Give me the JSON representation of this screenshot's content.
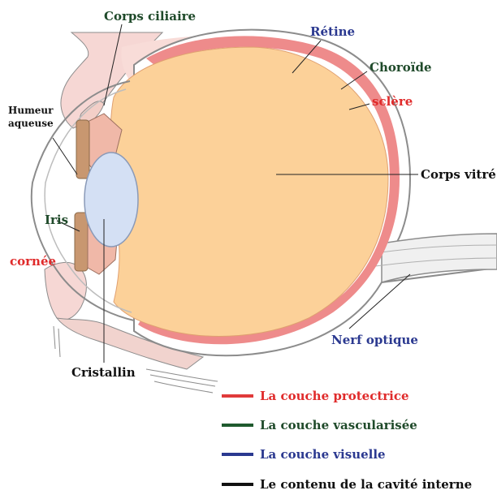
{
  "diagram": {
    "labels": {
      "corps_ciliaire": "Corps ciliaire",
      "retine": "Rétine",
      "choroide": "Choroïde",
      "sclere": "sclère",
      "humeur_line1": "Humeur",
      "humeur_line2": "aqueuse",
      "corps_vitre": "Corps vitré",
      "iris": "Iris",
      "cornee": "cornée",
      "nerf_optique": "Nerf optique",
      "cristallin": "Cristallin"
    },
    "label_colors": {
      "dark_green": "#1f4a2a",
      "blue": "#2b3990",
      "red": "#e02b2b",
      "black": "#111111"
    }
  },
  "legend": {
    "items": [
      {
        "label": "La couche protectrice",
        "color": "#e03a3a",
        "text_color": "#e02b2b"
      },
      {
        "label": "La couche vascularisée",
        "color": "#1f5a2e",
        "text_color": "#1f4a2a"
      },
      {
        "label": "La couche visuelle",
        "color": "#2b3990",
        "text_color": "#2b3990"
      },
      {
        "label": "Le contenu de la cavité interne",
        "color": "#111111",
        "text_color": "#111111"
      }
    ]
  }
}
